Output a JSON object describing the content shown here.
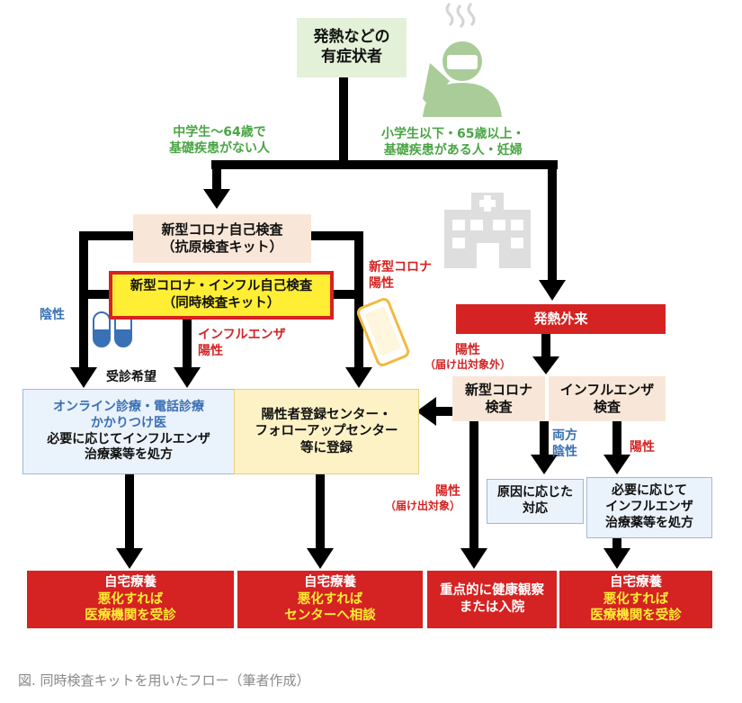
{
  "colors": {
    "red": "#d52222",
    "green": "#4aa545",
    "blue": "#3a70b5",
    "yellow": "#ffee33",
    "beige": "#f8e7d8",
    "light_green": "#e3f1d8",
    "light_blue": "#eaf2fb",
    "light_yellow": "#fdf2c6",
    "icon_gray": "#d4d4d4",
    "icon_green": "#a9cc98"
  },
  "icons": [
    "feverish-person-icon",
    "hospital-icon",
    "smartphone-icon",
    "capsule-pills-icon"
  ],
  "nodes": {
    "start": {
      "line1": "発熱などの",
      "line2": "有症状者"
    },
    "self_test": {
      "line1": "新型コロナ自己検査",
      "line2": "（抗原検査キット）"
    },
    "combo_test": {
      "line1": "新型コロナ・インフル自己検査",
      "line2": "（同時検査キット）"
    },
    "fever_clinic": {
      "label": "発熱外来"
    },
    "corona_test": {
      "line1": "新型コロナ",
      "line2": "検査"
    },
    "flu_test": {
      "line1": "インフルエンザ",
      "line2": "検査"
    },
    "online": {
      "line1": "オンライン診療・電話診療",
      "line2": "かかりつけ医",
      "line3": "必要に応じてインフルエンザ",
      "line4": "治療薬等を処方"
    },
    "register": {
      "line1": "陽性者登録センター・",
      "line2": "フォローアップセンター",
      "line3": "等に登録"
    },
    "cause": {
      "line1": "原因に応じた",
      "line2": "対応"
    },
    "prescribe": {
      "line1": "必要に応じて",
      "line2": "インフルエンザ",
      "line3": "治療薬等を処方"
    },
    "home1": {
      "line1": "自宅療養",
      "line2": "悪化すれば",
      "line3": "医療機関を受診"
    },
    "home2": {
      "line1": "自宅療養",
      "line2": "悪化すれば",
      "line3": "センターへ相談"
    },
    "observe": {
      "line1": "重点的に健康観察",
      "line2": "または入院"
    },
    "home3": {
      "line1": "自宅療養",
      "line2": "悪化すれば",
      "line3": "医療機関を受診"
    }
  },
  "labels": {
    "young": {
      "line1": "中学生〜64歳で",
      "line2": "基礎疾患がない人"
    },
    "elderly": {
      "line1": "小学生以下・65歳以上・",
      "line2": "基礎疾患がある人・妊婦"
    },
    "negative": "陰性",
    "corona_positive": {
      "line1": "新型コロナ",
      "line2": "陽性"
    },
    "flu_positive": {
      "line1": "インフルエンザ",
      "line2": "陽性"
    },
    "wish": "受診希望",
    "positive_excluded": {
      "line1": "陽性",
      "line2": "（届け出対象外）"
    },
    "both_negative": {
      "line1": "両方",
      "line2": "陰性"
    },
    "positive": "陽性",
    "positive_reportable": {
      "line1": "陽性",
      "line2": "（届け出対象）"
    }
  },
  "caption": "図. 同時検査キットを用いたフロー（筆者作成）"
}
